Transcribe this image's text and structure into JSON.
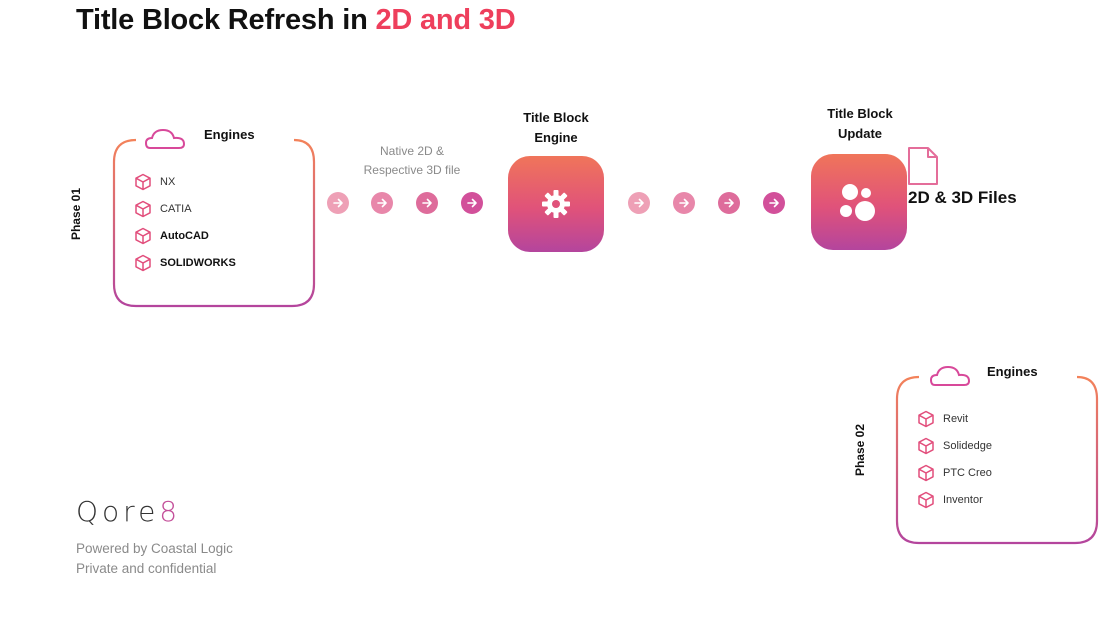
{
  "title": {
    "main": "Title Block Refresh in ",
    "highlight": "2D and 3D"
  },
  "phase1": {
    "label": "Phase 01",
    "header": "Engines",
    "items": [
      {
        "label": "NX",
        "bold": false
      },
      {
        "label": "CATIA",
        "bold": false
      },
      {
        "label": "AutoCAD",
        "bold": true
      },
      {
        "label": "SOLIDWORKS",
        "bold": true
      }
    ]
  },
  "flow_caption": {
    "line1": "Native 2D &",
    "line2": "Respective 3D file"
  },
  "engine_node": {
    "line1": "Title Block",
    "line2": "Engine",
    "icon": "gear-icon"
  },
  "update_node": {
    "line1": "Title Block",
    "line2": "Update",
    "icon": "bubbles-icon"
  },
  "files_label": "2D & 3D Files",
  "phase2": {
    "label": "Phase 02",
    "header": "Engines",
    "items": [
      {
        "label": "Revit"
      },
      {
        "label": "Solidedge"
      },
      {
        "label": "PTC Creo"
      },
      {
        "label": "Inventor"
      }
    ]
  },
  "logo": {
    "text": "Qore",
    "accent": "8"
  },
  "footer": {
    "line1": "Powered by Coastal Logic",
    "line2": "Private and confidential"
  },
  "colors": {
    "accent": "#ee3f5c",
    "gradient_top": "#f0755a",
    "gradient_bottom": "#b4459d"
  }
}
